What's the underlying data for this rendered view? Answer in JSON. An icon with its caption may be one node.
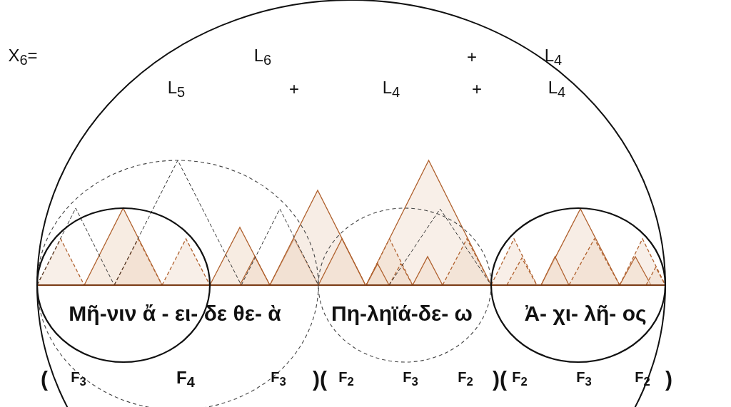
{
  "diagram": {
    "labels": [
      "X$_{6}$=",
      "L$_{6}$",
      "+",
      "L$_{4}$",
      "L$_{5}$",
      "+",
      "L$_{4}$",
      "+",
      "L$_{4}$",
      "Μῆ-νιν ἄ - ει- δε θε- ὰ",
      "Πη-ληϊά-δε- ω",
      "Ἀ- χι- λῆ- ος",
      "(",
      "F$_{3}$",
      "F$_{4}$",
      "F$_{3}$",
      ")(",
      "F$_{2}$",
      "F$_{3}$",
      "F$_{2}$",
      ")(",
      "F$_{2}$",
      "F$_{3}$",
      "F$_{2}$",
      ")"
    ]
  }
}
